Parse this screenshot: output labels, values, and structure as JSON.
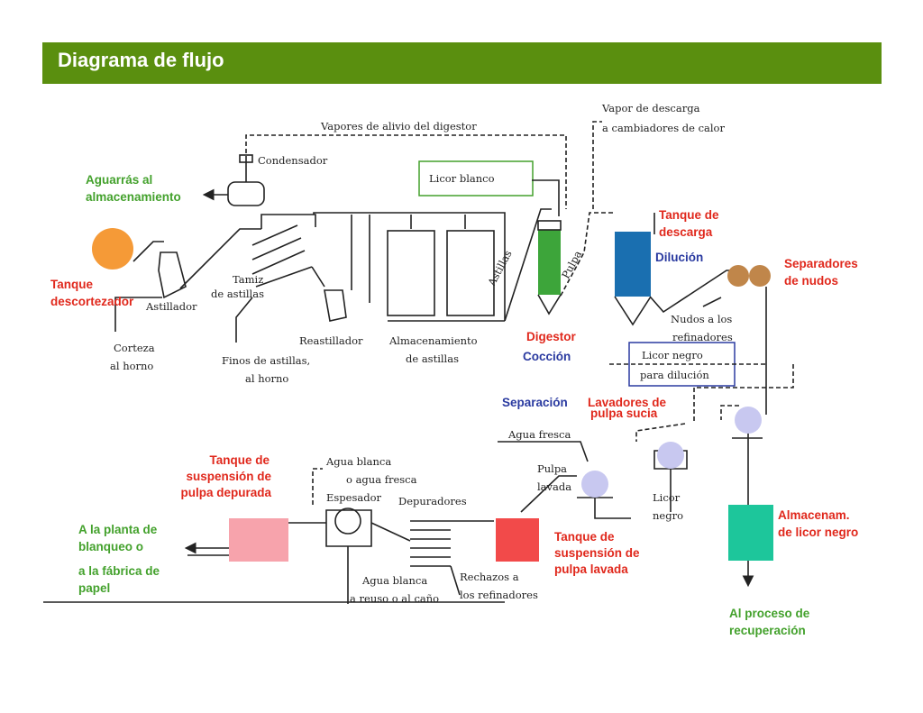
{
  "header": {
    "title": "Diagrama de flujo"
  },
  "colors": {
    "header_bg": "#5a8f0f",
    "label_green": "#43a12c",
    "label_red": "#e0281c",
    "label_blue": "#2a3aa0",
    "debarker_tank": "#f59a37",
    "digester": "#3da53a",
    "discharge_tank": "#1a6fb0",
    "knot_separator": "#c0864a",
    "washer": "#c8c8f0",
    "washed_pulp_tank": "#f24a4a",
    "purified_pulp_tank": "#f7a3ac",
    "black_liquor_storage": "#1dc69b"
  },
  "drawing_text": {
    "vapores_alivio": "Vapores de alivio del digestor",
    "vapor_descarga_1": "Vapor de descarga",
    "vapor_descarga_2": "a cambiadores de calor",
    "condensador": "Condensador",
    "licor_blanco": "Licor blanco",
    "astillas": "Astillas",
    "pulpa": "Pulpa",
    "astillador": "Astillador",
    "tamiz_1": "Tamiz",
    "tamiz_2": "de astillas",
    "reastillador": "Reastillador",
    "almacenamiento_1": "Almacenamiento",
    "almacenamiento_2": "de astillas",
    "corteza_1": "Corteza",
    "corteza_2": "al horno",
    "finos_1": "Finos de astillas,",
    "finos_2": "al horno",
    "nudos_1": "Nudos a los",
    "nudos_2": "refinadores",
    "licor_negro_dil_1": "Licor negro",
    "licor_negro_dil_2": "para dilución",
    "agua_fresca": "Agua fresca",
    "pulpa_lavada_1": "Pulpa",
    "pulpa_lavada_2": "lavada",
    "licor_negro_1": "Licor",
    "licor_negro_2": "negro",
    "agua_blanca_1": "Agua blanca",
    "agua_blanca_2": "o agua fresca",
    "espesador": "Espesador",
    "depuradores": "Depuradores",
    "agua_blanca_reuso_1": "Agua blanca",
    "agua_blanca_reuso_2": "a reuso o al caño",
    "rechazos_1": "Rechazos a",
    "rechazos_2": "los refinadores"
  },
  "labels": {
    "aguarras_1": "Aguarrás al",
    "aguarras_2": "almacenamiento",
    "tanque_desc_1": "Tanque",
    "tanque_desc_2": "descortezador",
    "tanque_descarga_1": "Tanque de",
    "tanque_descarga_2": "descarga",
    "dilucion": "Dilución",
    "separadores_1": "Separadores",
    "separadores_2": "de nudos",
    "digestor": "Digestor",
    "coccion": "Cocción",
    "separacion": "Separación",
    "lavadores_1": "Lavadores de",
    "lavadores_2": "pulpa sucia",
    "tanque_depurada_1": "Tanque de",
    "tanque_depurada_2": "suspensión de",
    "tanque_depurada_3": "pulpa depurada",
    "planta_1": "A la planta de",
    "planta_2": "blanqueo o",
    "planta_3": "a la fábrica de",
    "planta_4": "papel",
    "tanque_lavada_1": "Tanque de",
    "tanque_lavada_2": "suspensión de",
    "tanque_lavada_3": "pulpa lavada",
    "almacenam_1": "Almacenam.",
    "almacenam_2": "de licor negro",
    "recuperacion_1": "Al proceso de",
    "recuperacion_2": "recuperación"
  }
}
